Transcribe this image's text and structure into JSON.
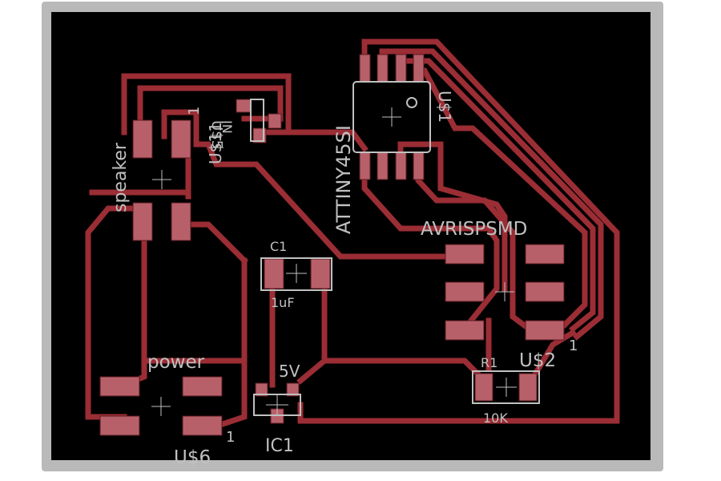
{
  "board": {
    "background": "#000000",
    "frame_color": "#b9b9b9",
    "trace_color": "#9b2d35",
    "pad_color": "#b8606a",
    "silkscreen_color": "#c0c0c0"
  },
  "components": {
    "speaker": {
      "name": "speaker",
      "ref": "U$11",
      "pin1": "1"
    },
    "u5": {
      "ref": "U$5",
      "pin": "IN"
    },
    "u1": {
      "name": "ATTINY45SI",
      "ref": "U$1"
    },
    "c1": {
      "ref": "C1",
      "value": "1uF"
    },
    "avr": {
      "name": "AVRISPSMD",
      "ref": "U$2",
      "pin1": "1"
    },
    "r1": {
      "ref": "R1",
      "value": "10K"
    },
    "power": {
      "name": "power",
      "ref": "U$6",
      "pin1": "1"
    },
    "ic1": {
      "ref": "IC1",
      "value": "5V"
    }
  }
}
